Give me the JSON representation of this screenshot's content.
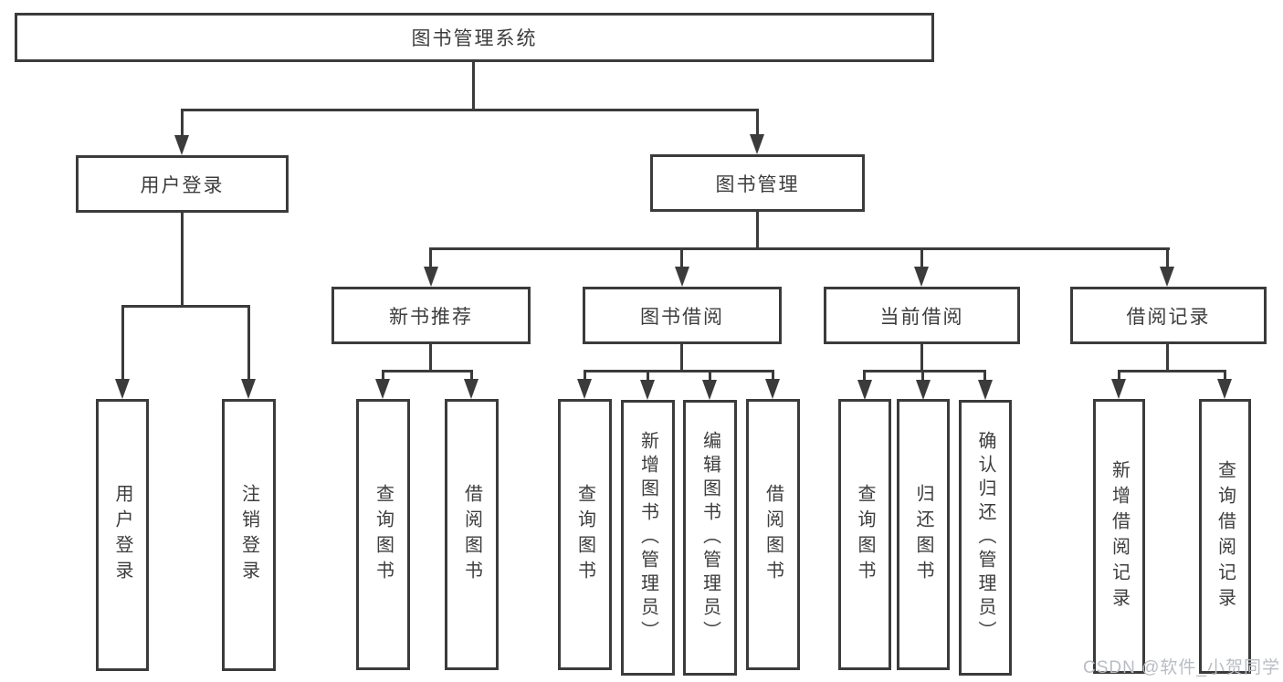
{
  "colors": {
    "line": "#3b3b3b",
    "text": "#3d3d3d",
    "background": "#ffffff",
    "watermark_text": "#b9bdc3"
  },
  "watermark": "CSDN @软件_小贺同学",
  "tree": {
    "root": {
      "label": "图书管理系统"
    },
    "branches": [
      {
        "label": "用户登录",
        "leaves": [
          {
            "label": "用户登录"
          },
          {
            "label": "注销登录"
          }
        ]
      },
      {
        "label": "图书管理",
        "groups": [
          {
            "label": "新书推荐",
            "leaves": [
              {
                "label": "查询图书"
              },
              {
                "label": "借阅图书"
              }
            ]
          },
          {
            "label": "图书借阅",
            "leaves": [
              {
                "label": "查询图书"
              },
              {
                "label": "新增图书（管理员）"
              },
              {
                "label": "编辑图书（管理员）"
              },
              {
                "label": "借阅图书"
              }
            ]
          },
          {
            "label": "当前借阅",
            "leaves": [
              {
                "label": "查询图书"
              },
              {
                "label": "归还图书"
              },
              {
                "label": "确认归还（管理员）"
              }
            ]
          },
          {
            "label": "借阅记录",
            "leaves": [
              {
                "label": "新增借阅记录"
              },
              {
                "label": "查询借阅记录"
              }
            ]
          }
        ]
      }
    ]
  }
}
